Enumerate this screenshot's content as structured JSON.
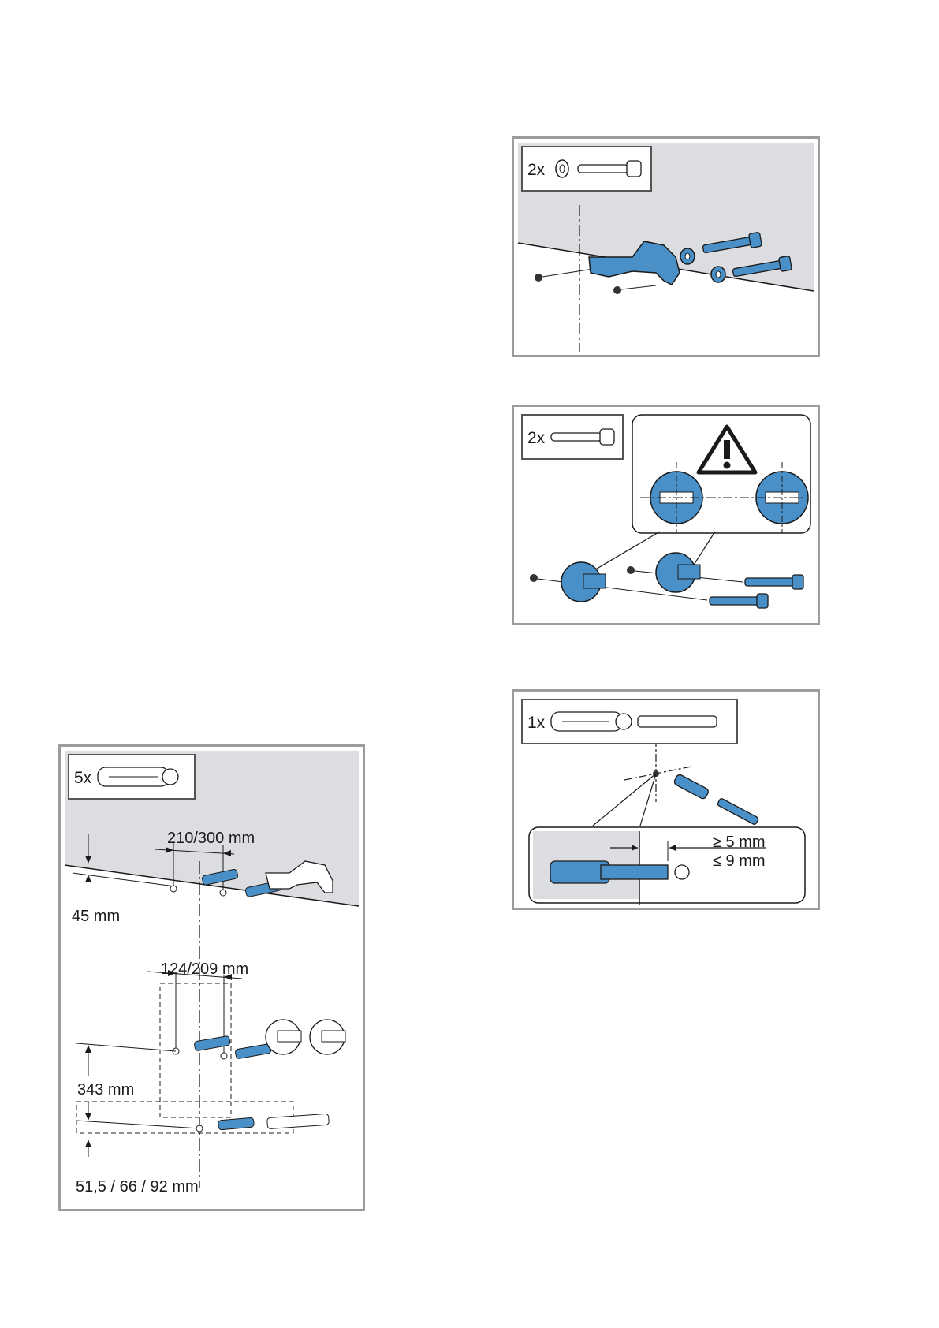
{
  "figures": [
    {
      "id": "bracket",
      "quantity": "2x",
      "parts": [
        "washer-icon",
        "screw-icon"
      ]
    },
    {
      "id": "wall-clips",
      "quantity": "2x",
      "parts": [
        "screw-icon",
        "warning-triangle-icon"
      ]
    },
    {
      "id": "dowel-depth",
      "quantity": "1x",
      "parts": [
        "dowel-icon",
        "threaded-pin-icon"
      ],
      "labels": {
        "min_gap": "≥ 5 mm",
        "max_gap": "≤ 9 mm"
      }
    },
    {
      "id": "drilling",
      "quantity": "5x",
      "parts": [
        "dowel-icon"
      ],
      "dimensions": {
        "top_spacing": "210/300 mm",
        "top_offset": "45 mm",
        "mid_spacing": "124/209 mm",
        "vertical": "343 mm",
        "bottom_offset": "51,5 / 66 / 92 mm"
      }
    }
  ],
  "colors": {
    "part_blue": "#4a90c8",
    "wall_grey": "#dcdde0",
    "frame_grey": "#9c9c9c"
  }
}
